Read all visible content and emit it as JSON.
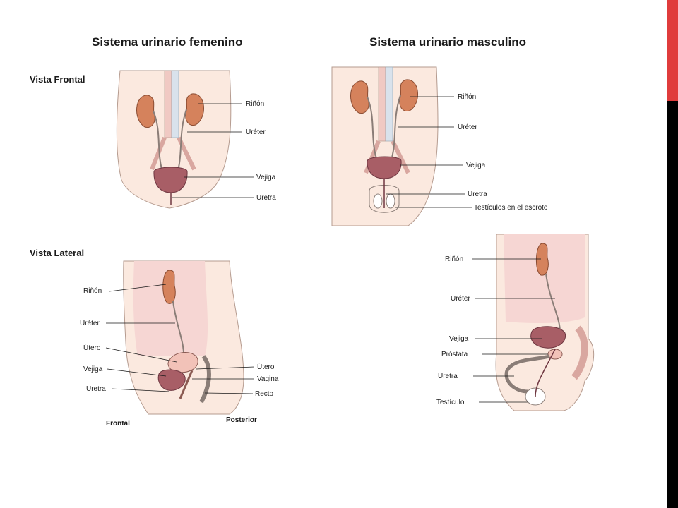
{
  "headings": {
    "female": "Sistema urinario femenino",
    "male": "Sistema urinario masculino",
    "frontal_view": "Vista Frontal",
    "lateral_view": "Vista Lateral"
  },
  "female_frontal": {
    "labels": {
      "kidney": "Riñón",
      "ureter": "Uréter",
      "bladder": "Vejiga",
      "urethra": "Uretra"
    }
  },
  "male_frontal": {
    "labels": {
      "kidney": "Riñón",
      "ureter": "Uréter",
      "bladder": "Vejiga",
      "urethra": "Uretra",
      "testicles": "Testículos en el escroto"
    }
  },
  "female_lateral": {
    "labels": {
      "kidney": "Riñón",
      "ureter": "Uréter",
      "uterus_left": "Útero",
      "bladder": "Vejiga",
      "urethra": "Uretra",
      "uterus_right": "Útero",
      "vagina": "Vagina",
      "rectum": "Recto",
      "frontal": "Frontal",
      "posterior": "Posterior"
    }
  },
  "male_lateral": {
    "labels": {
      "kidney": "Riñón",
      "ureter": "Uréter",
      "bladder": "Vejiga",
      "prostate": "Próstata",
      "urethra": "Uretra",
      "testicle": "Testículo"
    }
  },
  "colors": {
    "skin": "#fbe9df",
    "inner_pink": "#f6d6d3",
    "kidney": "#d5825c",
    "bladder": "#a85e66",
    "vessel": "#d9e2ec",
    "accent_red": "#e03c3c",
    "edge_black": "#000000"
  }
}
